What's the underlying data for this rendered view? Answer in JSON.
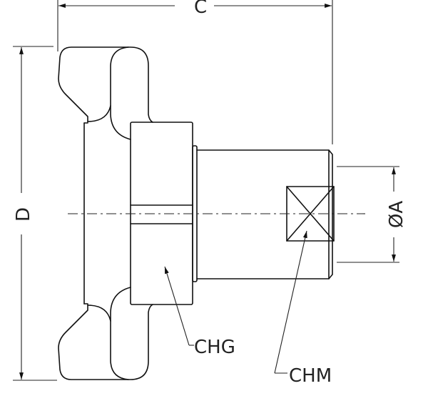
{
  "drawing": {
    "dimensions": {
      "overall_length": "C",
      "overall_diameter": "D",
      "pipe_diameter": "ØA"
    },
    "callouts": {
      "nut": "CHG",
      "square_flat": "CHM"
    },
    "colors": {
      "line": "#111111",
      "background": "#ffffff"
    }
  }
}
